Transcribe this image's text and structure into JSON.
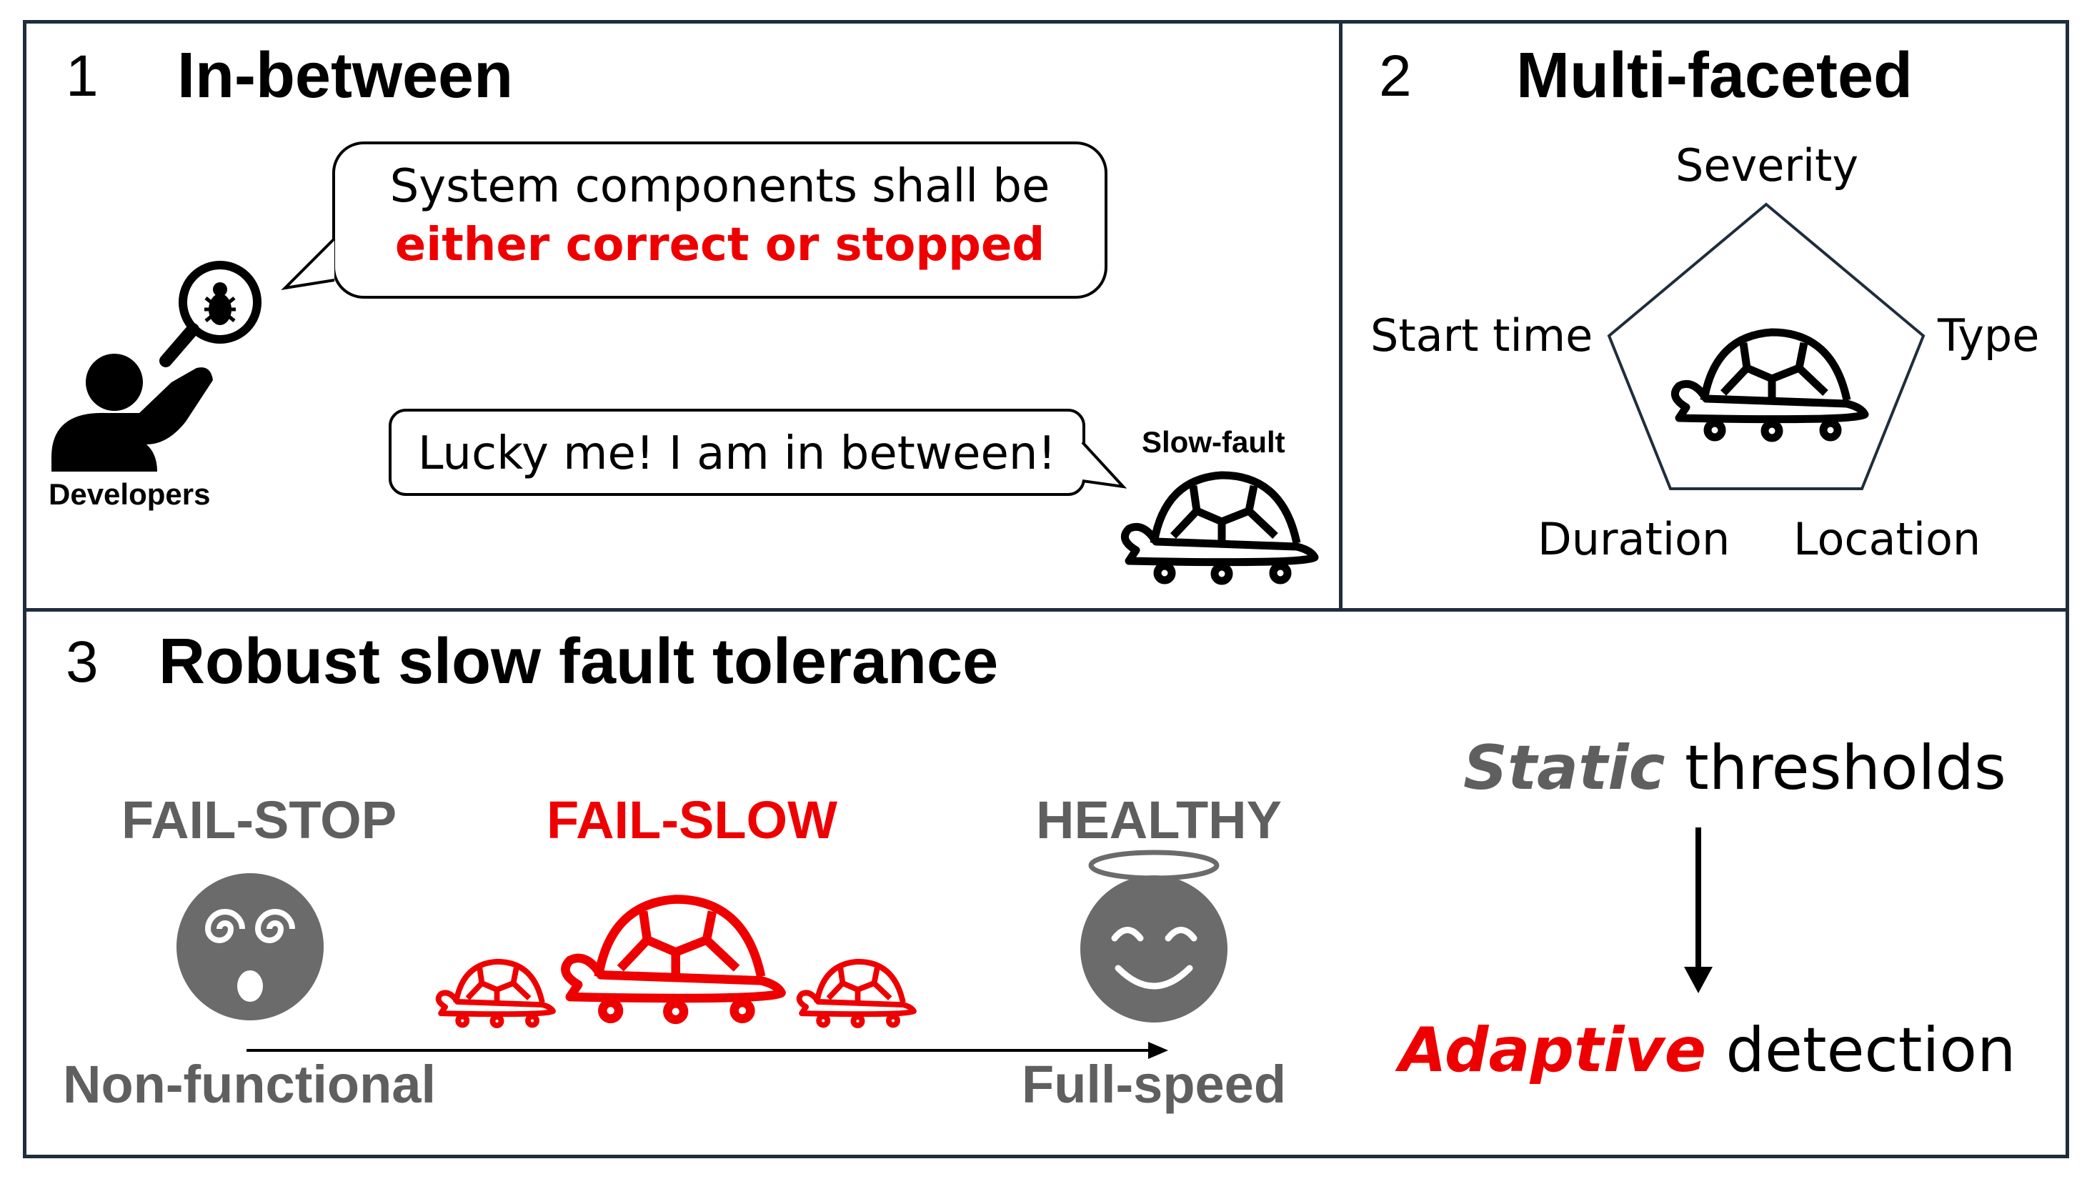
{
  "panel1": {
    "number": "1",
    "title": "In-between",
    "bubble_line1": "System components shall be",
    "bubble_line2": "either correct or stopped",
    "bubble2": "Lucky me! I am in between!",
    "developers_label": "Developers",
    "slowfault_label": "Slow-fault",
    "icons": [
      "developer-person-icon",
      "magnifier-bug-icon",
      "turtle-icon"
    ]
  },
  "panel2": {
    "number": "2",
    "title": "Multi-faceted",
    "facets": {
      "severity": "Severity",
      "type": "Type",
      "location": "Location",
      "duration": "Duration",
      "start_time": "Start time"
    }
  },
  "panel3": {
    "number": "3",
    "title": "Robust slow fault tolerance",
    "fail_stop": "FAIL-STOP",
    "fail_slow": "FAIL-SLOW",
    "healthy": "HEALTHY",
    "left_end": "Non-functional",
    "right_end": "Full-speed",
    "static_word": "Static",
    "static_rest": " thresholds",
    "adaptive_word": "Adaptive",
    "adaptive_rest": " detection"
  },
  "colors": {
    "accent_red": "#ef0000",
    "grey": "#5f5f5f",
    "border": "#1f2d3d"
  }
}
